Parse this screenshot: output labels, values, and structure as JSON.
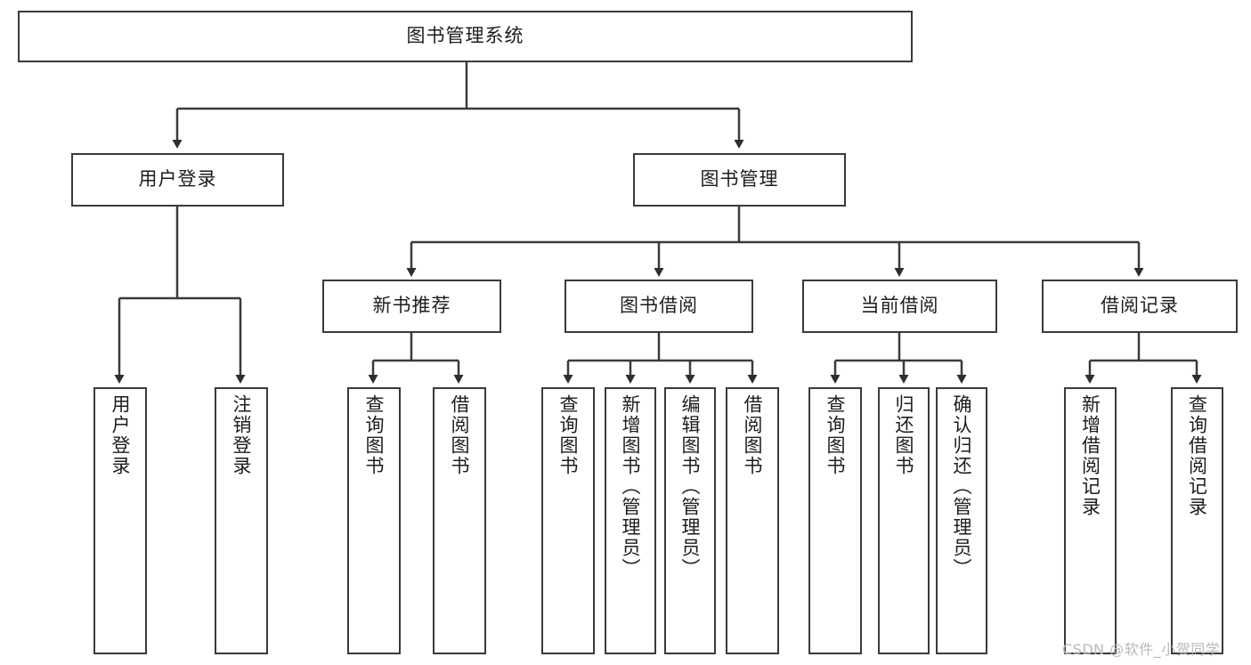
{
  "diagram": {
    "type": "tree-hierarchy",
    "title": "图书管理系统",
    "root": {
      "label": "图书管理系统"
    },
    "level1": [
      {
        "label": "用户登录"
      },
      {
        "label": "图书管理"
      }
    ],
    "level2": [
      {
        "label": "新书推荐"
      },
      {
        "label": "图书借阅"
      },
      {
        "label": "当前借阅"
      },
      {
        "label": "借阅记录"
      }
    ],
    "leaves": {
      "user_login": [
        {
          "label": "用户登录"
        },
        {
          "label": "注销登录"
        }
      ],
      "new_book_recommend": [
        {
          "label": "查询图书"
        },
        {
          "label": "借阅图书"
        }
      ],
      "book_borrow": [
        {
          "label": "查询图书"
        },
        {
          "label": "新增图书（管理员）"
        },
        {
          "label": "编辑图书（管理员）"
        },
        {
          "label": "借阅图书"
        }
      ],
      "current_borrow": [
        {
          "label": "查询图书"
        },
        {
          "label": "归还图书"
        },
        {
          "label": "确认归还（管理员）"
        }
      ],
      "borrow_record": [
        {
          "label": "新增借阅记录"
        },
        {
          "label": "查询借阅记录"
        }
      ]
    }
  },
  "watermark": {
    "text": "CSDN @软件_小贺同学"
  },
  "colors": {
    "stroke": "#3a3a3a",
    "background": "#ffffff",
    "text": "#1d1d1d",
    "watermark": "#b9b9b9"
  }
}
